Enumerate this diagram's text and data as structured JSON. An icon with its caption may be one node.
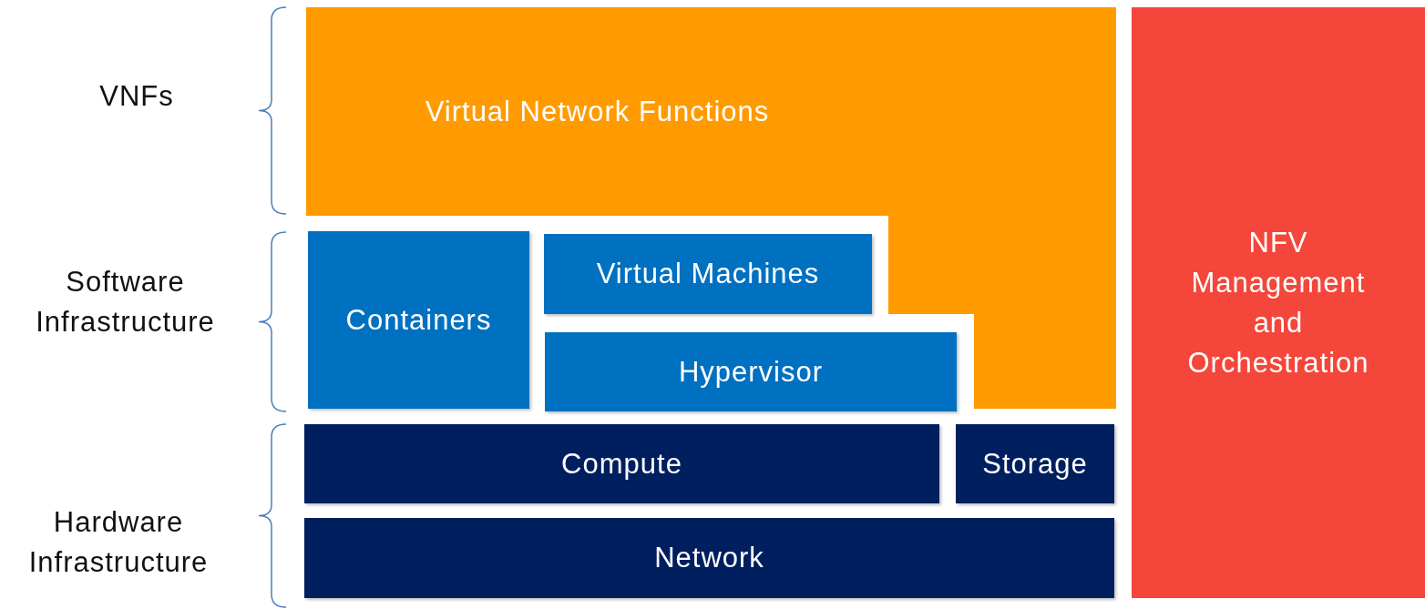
{
  "diagram": {
    "nodes": [
      {
        "text": [
          "Virtual Network Functions"
        ]
      },
      {
        "text": [
          "NFV Management and Orchestration"
        ]
      },
      {
        "text": [
          "Containers"
        ]
      },
      {
        "text": [
          "Virtual Machines"
        ]
      },
      {
        "text": [
          "Hypervisor"
        ]
      },
      {
        "text": [
          "Compute"
        ]
      },
      {
        "text": [
          "Storage"
        ]
      },
      {
        "text": [
          "Network"
        ]
      }
    ],
    "edges": [],
    "labels": [
      "VNFs",
      "Software Infrastructure",
      "Hardware Infrastructure"
    ]
  }
}
